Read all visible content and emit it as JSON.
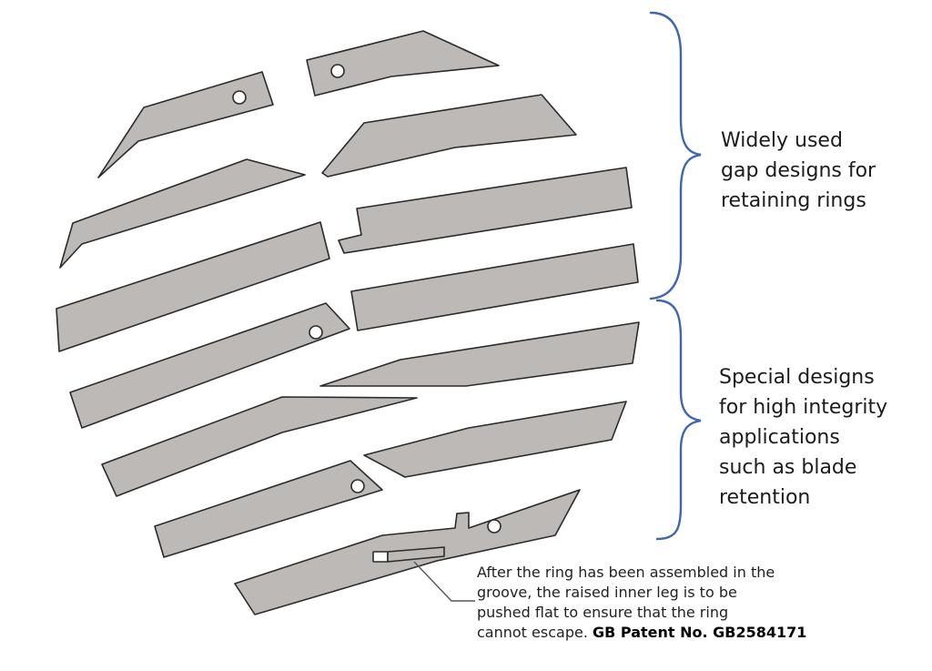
{
  "labels": {
    "gap_designs": [
      "Widely used",
      "gap designs for",
      "retaining rings"
    ],
    "special_designs": [
      "Special designs",
      "for high integrity",
      "applications",
      "such as blade",
      "retention"
    ]
  },
  "note": {
    "lines": [
      "After the ring has been assembled in the",
      "groove, the raised inner leg is to be",
      "pushed flat to ensure that the ring",
      "cannot escape."
    ],
    "patent": "GB Patent No. GB2584171"
  },
  "colors": {
    "ring_fill": "#bcb9b6",
    "outline": "#2b2b2b",
    "brace": "#3f67b0"
  }
}
